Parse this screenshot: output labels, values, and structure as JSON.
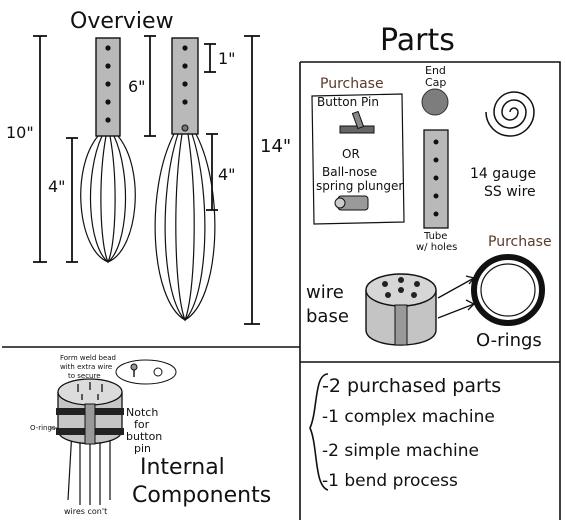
{
  "overview": {
    "title": "Overview",
    "dim_10": "10\"",
    "dim_6": "6\"",
    "dim_1": "1\"",
    "dim_4_left": "4\"",
    "dim_4_right": "4\"",
    "dim_14": "14\""
  },
  "parts": {
    "title": "Parts",
    "purchase_label_1": "Purchase",
    "button_pin": "Button Pin",
    "or": "OR",
    "plunger_line1": "Ball-nose",
    "plunger_line2": "spring plunger",
    "end_cap_line1": "End",
    "end_cap_line2": "Cap",
    "tube_line1": "Tube",
    "tube_line2": "w/ holes",
    "wire_line1": "14 gauge",
    "wire_line2": "SS wire",
    "purchase_label_2": "Purchase",
    "wire_base_line1": "wire",
    "wire_base_line2": "base",
    "orings": "O-rings"
  },
  "internal": {
    "note_line1": "Form weld bead",
    "note_line2": "with extra wire",
    "note_line3": "to secure",
    "oring_label": "O-rings",
    "notch_line1": "Notch",
    "notch_line2": "for",
    "notch_line3": "button",
    "notch_line4": "pin",
    "wires_cont": "wires con't",
    "title_line1": "Internal",
    "title_line2": "Components"
  },
  "summary": {
    "items": [
      "-2 purchased parts",
      "-1 complex machine",
      "-2 simple machine",
      "-1 bend process"
    ]
  },
  "colors": {
    "tube_gray": "#b9b9b9",
    "purchase_brown": "#5a3a2a",
    "endcap_gray": "#7d7d7d"
  }
}
